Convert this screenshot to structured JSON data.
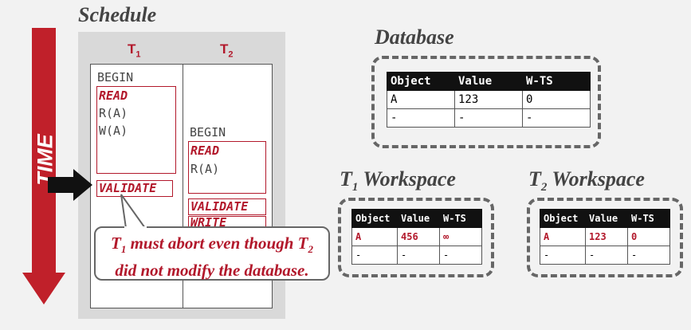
{
  "schedule": {
    "title": "Schedule",
    "t1_label": "T",
    "t1_sub": "1",
    "t2_label": "T",
    "t2_sub": "2",
    "t1_ops": {
      "begin": "BEGIN",
      "read": "READ",
      "r": "R(A)",
      "w": "W(A)",
      "validate": "VALIDATE"
    },
    "t2_ops": {
      "begin": "BEGIN",
      "read": "READ",
      "r": "R(A)",
      "validate": "VALIDATE",
      "write": "WRITE"
    }
  },
  "time_label": "TIME",
  "callout": {
    "l1_a": "T",
    "l1_sub1": "1",
    "l1_b": " must abort even though T",
    "l1_sub2": "2",
    "l2": "did not modify the database."
  },
  "database": {
    "title": "Database",
    "headers": [
      "Object",
      "Value",
      "W-TS"
    ],
    "rows": [
      [
        "A",
        "123",
        "0"
      ],
      [
        "-",
        "-",
        "-"
      ]
    ]
  },
  "t1_workspace": {
    "title_a": "T",
    "title_sub": "1",
    "title_b": " Workspace",
    "headers": [
      "Object",
      "Value",
      "W-TS"
    ],
    "rows": [
      [
        "A",
        "456",
        "∞"
      ],
      [
        "-",
        "-",
        "-"
      ]
    ]
  },
  "t2_workspace": {
    "title_a": "T",
    "title_sub": "2",
    "title_b": " Workspace",
    "headers": [
      "Object",
      "Value",
      "W-TS"
    ],
    "rows": [
      [
        "A",
        "123",
        "0"
      ],
      [
        "-",
        "-",
        "-"
      ]
    ]
  },
  "colors": {
    "accent": "#b2182b",
    "arrow": "#c0202a"
  }
}
